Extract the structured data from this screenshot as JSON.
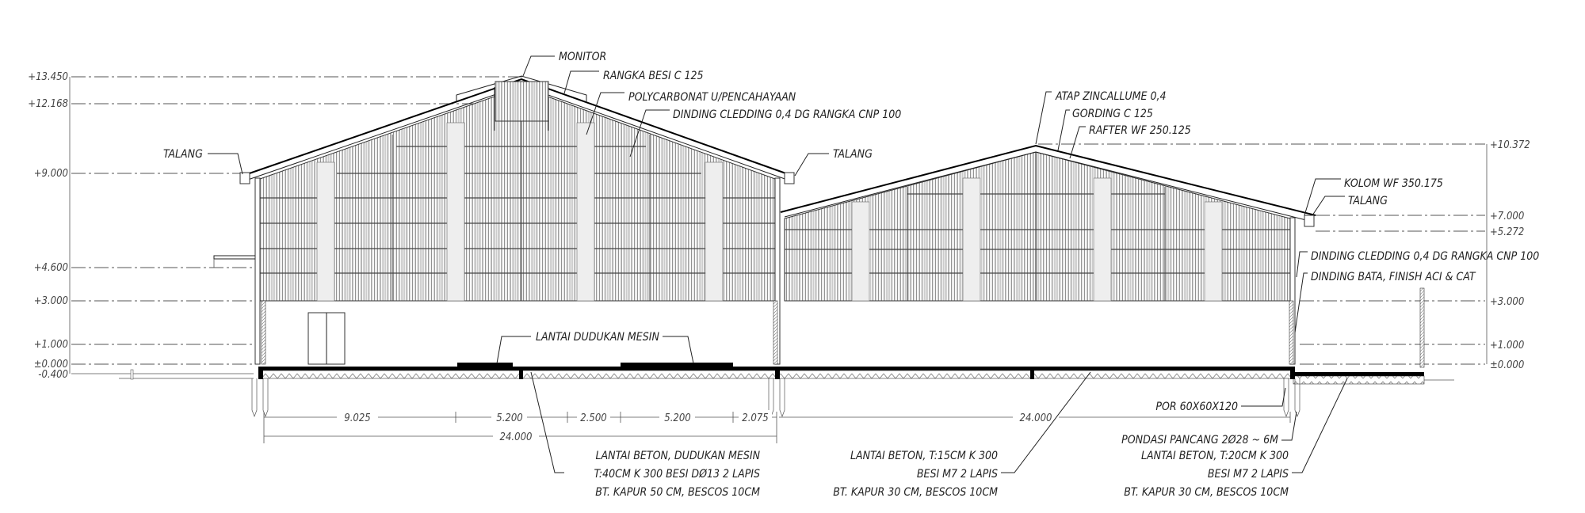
{
  "levels_left": [
    "+13.450",
    "+12.168",
    "+9.000",
    "+4.600",
    "+3.000",
    "+1.000",
    "±0.000",
    "-0.400"
  ],
  "levels_right": [
    "+10.372",
    "+7.000",
    "+5.272",
    "+3.000",
    "+1.000",
    "±0.000"
  ],
  "labels": {
    "monitor": "MONITOR",
    "rangka": "RANGKA BESI C 125",
    "polycarbonat": "POLYCARBONAT U/PENCAHAYAAN",
    "cladding_left": "DINDING CLEDDING 0,4 DG RANGKA CNP 100",
    "talang_left": "TALANG",
    "talang_mid": "TALANG",
    "atap": "ATAP ZINCALLUME 0,4",
    "gording": "GORDING C 125",
    "rafter": "RAFTER WF 250.125",
    "kolom": "KOLOM WF 350.175",
    "talang_right": "TALANG",
    "cladding_right": "DINDING CLEDDING 0,4 DG RANGKA CNP 100",
    "bata": "DINDING BATA, FINISH ACI & CAT",
    "lantai_dudukan": "LANTAI DUDUKAN MESIN",
    "por": "POR 60X60X120",
    "pondasi": "PONDASI PANCANG 2Ø28 ~ 6M"
  },
  "dimensions": {
    "left": [
      "9.025",
      "5.200",
      "2.500",
      "5.200",
      "2.075"
    ],
    "left_total": "24.000",
    "right_total": "24.000"
  },
  "notes": {
    "left": [
      "LANTAI BETON, DUDUKAN MESIN",
      "T:40CM K 300 BESI DØ13 2 LAPIS",
      "BT. KAPUR 50 CM, BESCOS 10CM"
    ],
    "mid": [
      "LANTAI BETON, T:15CM K 300",
      "BESI M7 2 LAPIS",
      "BT. KAPUR 30 CM, BESCOS 10CM"
    ],
    "right": [
      "LANTAI BETON, T:20CM K 300",
      "BESI M7 2 LAPIS",
      "BT. KAPUR 30 CM, BESCOS 10CM"
    ]
  }
}
